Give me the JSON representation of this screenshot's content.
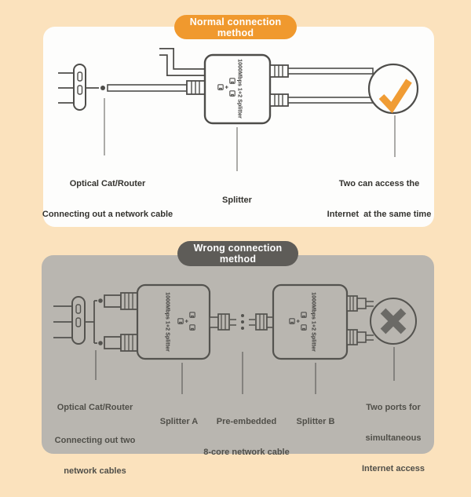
{
  "page": {
    "background_color": "#fbe2bd"
  },
  "normal_section": {
    "badge_label": "Normal connection method",
    "badge_color": "#f0992e",
    "panel_color": "#fdfdfc",
    "check_color": "#f09c34",
    "splitter_device_label": "1000Mbps 1+2 Splitter",
    "labels": {
      "router_line1": "Optical Cat/Router",
      "router_line2": "Connecting out a network cable",
      "splitter": "Splitter",
      "result_line1": "Two can access the",
      "result_line2": "Internet  at the same time"
    }
  },
  "wrong_section": {
    "badge_label": "Wrong connection method",
    "badge_color": "#5e5c58",
    "panel_color": "#b9b6b0",
    "x_color": "#6b6a66",
    "splitter_a_device_label": "1000Mbps 1+2 Splitter",
    "splitter_b_device_label": "1000Mbps 1+2 Splitter",
    "labels": {
      "router_line1": "Optical Cat/Router",
      "router_line2": "Connecting out two",
      "router_line3": "network cables",
      "splitter_a": "Splitter A",
      "cable_line1": "Pre-embedded",
      "cable_line2": "8-core network cable",
      "splitter_b": "Splitter B",
      "result_line1": "Two ports for",
      "result_line2": "simultaneous",
      "result_line3": "Internet access"
    }
  }
}
